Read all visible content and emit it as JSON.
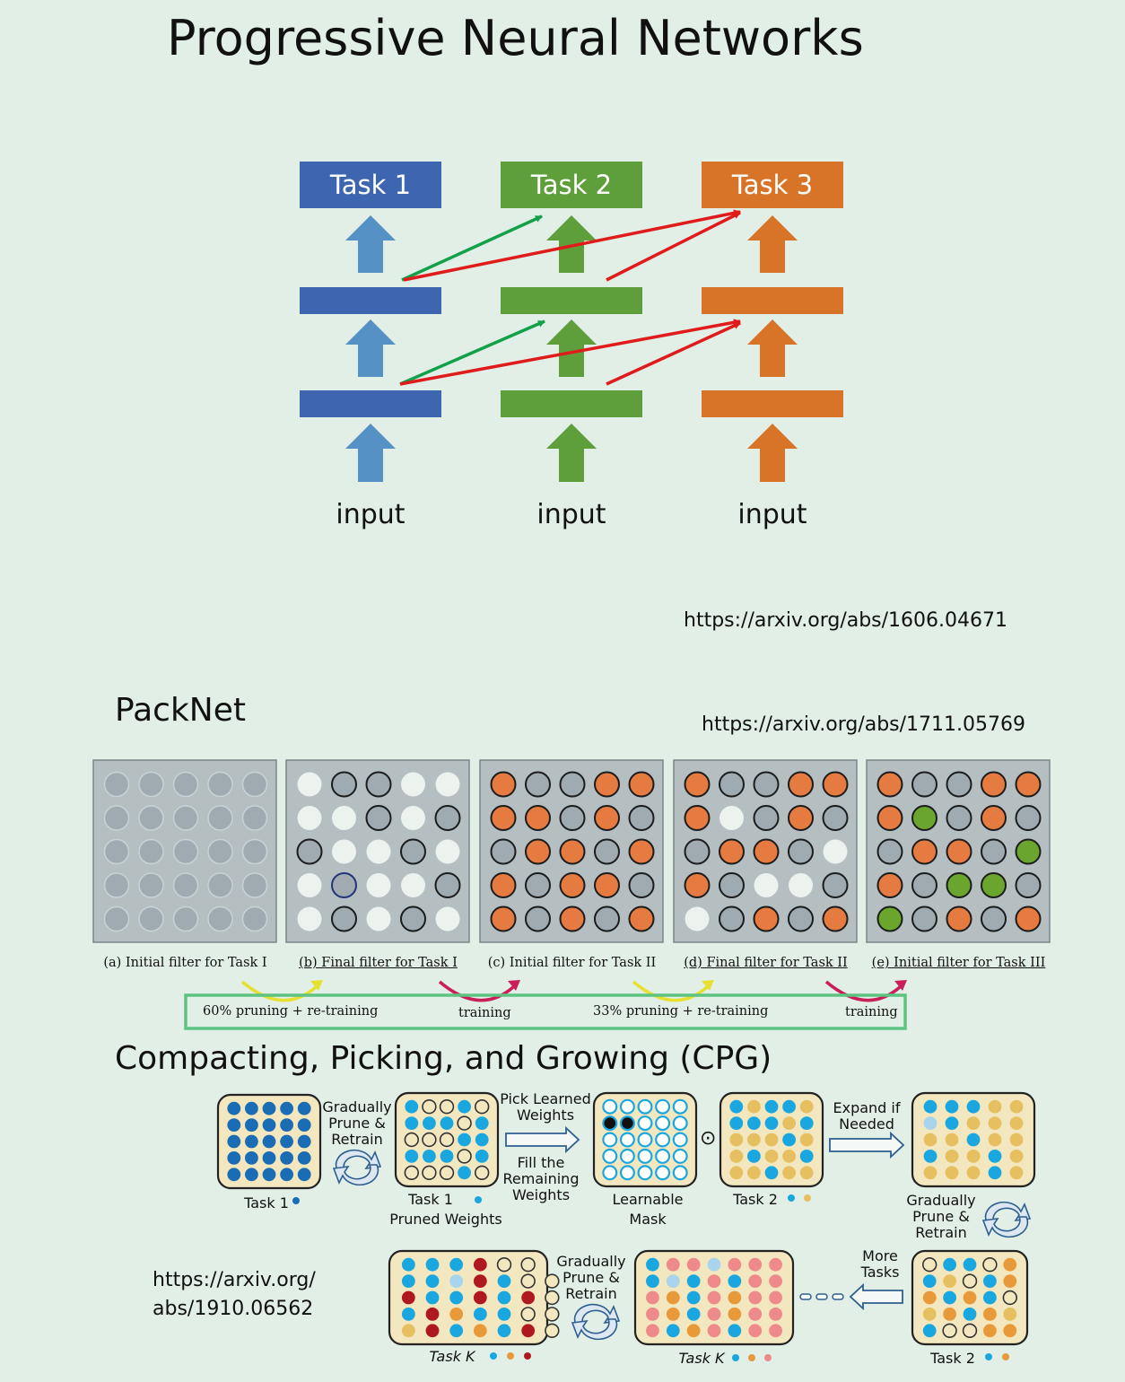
{
  "title": "Progressive Neural Networks",
  "pnn": {
    "tasks": [
      "Task 1",
      "Task 2",
      "Task 3"
    ],
    "input_label": "input",
    "colors": [
      "#3d65b0",
      "#5e9e3b",
      "#d87427"
    ],
    "arrow_colors": [
      "#5591c4",
      "#5e9e3b",
      "#d87427"
    ],
    "lateral_colors": {
      "to_task2": "#13a04a",
      "to_task3": "#e01b1b"
    },
    "url": "https://arxiv.org/abs/1606.04671"
  },
  "packnet": {
    "title": "PackNet",
    "url": "https://arxiv.org/abs/1711.05769",
    "captions": [
      {
        "text": "(a) Initial filter for Task I",
        "underline": false
      },
      {
        "text": "(b) Final filter for Task I",
        "underline": true
      },
      {
        "text": "(c) Initial filter for Task II",
        "underline": false
      },
      {
        "text": "(d) Final filter for Task II",
        "underline": true
      },
      {
        "text": "(e) Initial filter for Task III",
        "underline": true
      }
    ],
    "steps": [
      "60% pruning + re-training",
      "training",
      "33% pruning + re-training",
      "training"
    ],
    "colors": {
      "gray": "#9fabb0",
      "empty": "#ecf2ee",
      "orange": "#e57b40",
      "green": "#6aa52d",
      "panel": "#b5bec1"
    },
    "grids": [
      [
        "GGGGG",
        "GGGGG",
        "GGGGG",
        "GGGGG",
        "GGGGG"
      ],
      [
        "EKKEE",
        "EEKEK",
        "KEEKE",
        "EBEEK",
        "EKEKE"
      ],
      [
        "OKKOO",
        "OOKOK",
        "KOOKO",
        "OKOOK",
        "OKOKO"
      ],
      [
        "OKKOO",
        "OEKOK",
        "KOOKE",
        "OKEEK",
        "EKOKO"
      ],
      [
        "OKKOO",
        "OVKOK",
        "KOOKV",
        "OKVVK",
        "VKOKO"
      ]
    ]
  },
  "cpg": {
    "title": "Compacting, Picking, and Growing (CPG)",
    "url_line1": "https://arxiv.org/",
    "url_line2": "abs/1910.06562",
    "labels": {
      "gradually_prune_retrain": [
        "Gradually",
        "Prune &",
        "Retrain"
      ],
      "pick_learned": [
        "Pick Learned",
        "Weights"
      ],
      "fill_remaining": [
        "Fill the",
        "Remaining",
        "Weights"
      ],
      "expand_if_needed": [
        "Expand if",
        "Needed"
      ],
      "more_tasks": [
        "More",
        "Tasks"
      ],
      "task1": "Task 1",
      "task1_pruned": [
        "Task 1",
        "Pruned Weights"
      ],
      "learnable_mask": [
        "Learnable",
        "Mask"
      ],
      "task2": "Task 2",
      "taskK": "Task K",
      "odot": "⊙"
    },
    "colors": {
      "panel": "#f3e7bf",
      "darkblue": "#1a6db5",
      "cyan": "#1aa7e0",
      "yellow": "#e6c060",
      "orange": "#e89a3a",
      "red": "#b01820",
      "pink": "#ee8a8a",
      "lightblue": "#a8d4ee"
    },
    "grids": [
      [
        "DDDDD",
        "DDDDD",
        "DDDDD",
        "DDDDD",
        "DDDDD"
      ],
      [
        "CooCo",
        "CCCoC",
        "oooCC",
        "CCCoC",
        "oooCo"
      ],
      [
        "xxxxx",
        "bbxxx",
        "xxxxx",
        "xxxxx",
        "xxxxx"
      ],
      [
        "CYCCY",
        "CCCYC",
        "YYYCY",
        "YCYYC",
        "YYCYY"
      ],
      [
        "CCCYY",
        "LCYYY",
        "YYCYY",
        "CYYCY",
        "YYYCY"
      ],
      [
        "oCCoO",
        "CYoCO",
        "OCOCo",
        "YOCOY",
        "CooOO"
      ],
      [
        "CPPLPPP",
        "CLCPCPP",
        "POCPOPP",
        "POCPOPP",
        "PCOPCPP"
      ],
      [
        "CCCRoo",
        "CCLRCoo",
        "RCCRCRo",
        "CROCCoo",
        "YRCOCRo"
      ]
    ]
  }
}
